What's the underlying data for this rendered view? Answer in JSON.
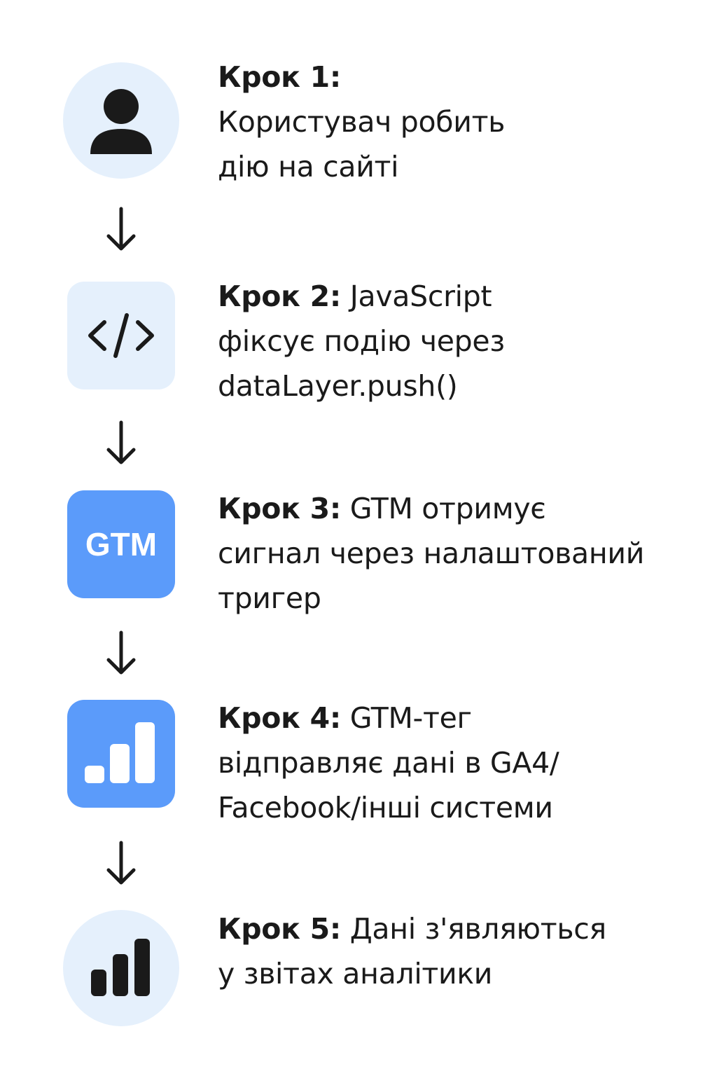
{
  "colors": {
    "accent": "#5B9BFA",
    "light_bg": "#E5F0FC",
    "ink": "#1a1a1a"
  },
  "steps": [
    {
      "label": "Крок 1:",
      "lines": [
        "",
        "Користувач робить",
        "дію на сайті"
      ],
      "icon": "user-icon"
    },
    {
      "label": "Крок 2:",
      "lines": [
        " JavaScript",
        "фіксує подію через",
        "dataLayer.push()"
      ],
      "icon": "code-icon"
    },
    {
      "label": "Крок 3:",
      "lines": [
        " GTM отримує",
        "сигнал через налаштований",
        "тригер"
      ],
      "icon": "gtm-logo",
      "icon_text": "GTM"
    },
    {
      "label": "Крок 4:",
      "lines": [
        " GTM-тег",
        "відправляє дані в GA4/",
        "Facebook/інші системи"
      ],
      "icon": "bar-chart-icon"
    },
    {
      "label": "Крок 5:",
      "lines": [
        " Дані з'являються",
        "у звітах аналітики"
      ],
      "icon": "analytics-icon"
    }
  ]
}
